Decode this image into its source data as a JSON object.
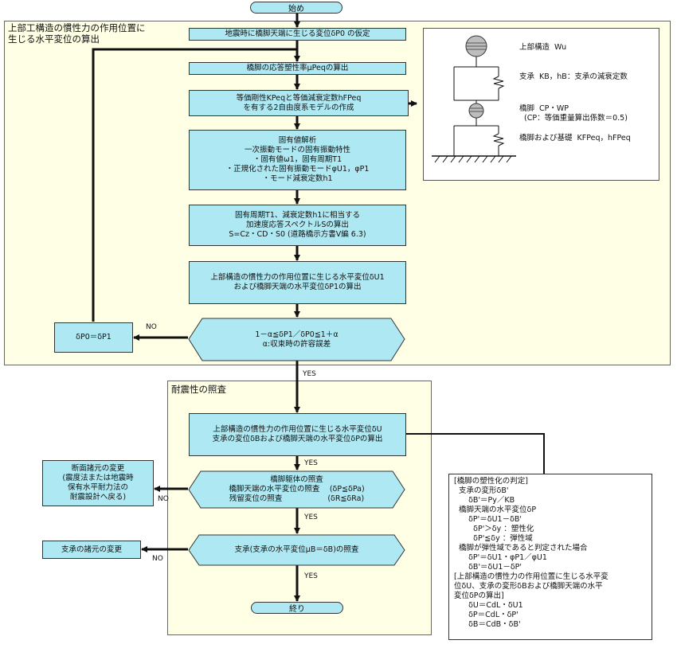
{
  "colors": {
    "box_fill": "#aee8f2",
    "region_fill": "#ffffe6",
    "line": "#111111"
  },
  "regions": {
    "main_label": "上部工構造の慣性力の作用位置に\n生じる水平変位の算出",
    "check_label": "耐震性の照査"
  },
  "start": "始め",
  "end": "終り",
  "steps": {
    "assume": "地震時に橋脚天端に生じる変位δP0 の仮定",
    "ductility": "橋脚の応答塑性率μPeqの算出",
    "model": "等価剛性KPeqと等価減衰定数hFPeq\nを有する2自由度系モデルの作成",
    "eigen": "固有値解析\n一次振動モードの固有振動特性\n・固有値ω1，固有周期T1\n・正規化された固有振動モードφU1，φP1\n・モード減衰定数h1",
    "spectrum": "固有周期T1、減衰定数h1に相当する\n加速度応答スペクトルSの算出\nS=Cz・CD・S0 (道路橋示方書Ⅴ編 6.3)",
    "displacement": "上部構造の慣性力の作用位置に生じる水平変位δU1\nおよび橋脚天端の水平変位δP1の算出",
    "update": "δP0＝δP1",
    "final_disp": "上部構造の慣性力の作用位置に生じる水平変位δU\n支承の変位δBおよび橋脚天端の水平変位δPの算出",
    "change_section": "断面諸元の変更\n(震度法または地震時\n保有水平耐力法の\n耐震設計へ戻る)",
    "change_bearing": "支承の諸元の変更"
  },
  "decisions": {
    "convergence": [
      "1－α≦δP1／δP0≦1＋α",
      "α:収束時の許容誤差"
    ],
    "pier_check": [
      "橋脚躯体の照査",
      "橋脚天端の水平変位の照査　 (δP≦δPa)",
      "残留変位の照査　　　　　　(δR≦δRa)"
    ],
    "bearing_check": [
      "支承(支承の水平変位μB＝δB)の照査"
    ]
  },
  "flow_labels": {
    "yes": "YES",
    "no": "NO"
  },
  "model_panel": {
    "superstructure": "上部構造  Wu",
    "bearing": "支承  KB，hB：支承の減衰定数",
    "pier": "橋脚  CP・WP\n  (CP：等価重量算出係数＝0.5)",
    "foundation": "橋脚および基礎  KFPeq，hFPeq"
  },
  "judgement": [
    "[橋脚の塑性化の判定]",
    "  支承の変形δB'",
    "      δB'＝Py／KB",
    "  橋脚天端の水平変位δP",
    "      δP'＝δU1－δB'",
    "        δP'＞δy ：塑性化",
    "        δP'≦δy ：弾性域",
    "  橋脚が弾性域であると判定された場合",
    "      δP'＝δU1・φP1／φU1",
    "      δB'＝δU1－δP'",
    "[上部構造の慣性力の作用位置に生じる水平変",
    "位δU、支承の変形δBおよび橋脚天端の水平",
    "変位δPの算出]",
    "      δU＝CdL・δU1",
    "      δP＝CdL・δP'",
    "      δB＝CdB・δB'"
  ]
}
